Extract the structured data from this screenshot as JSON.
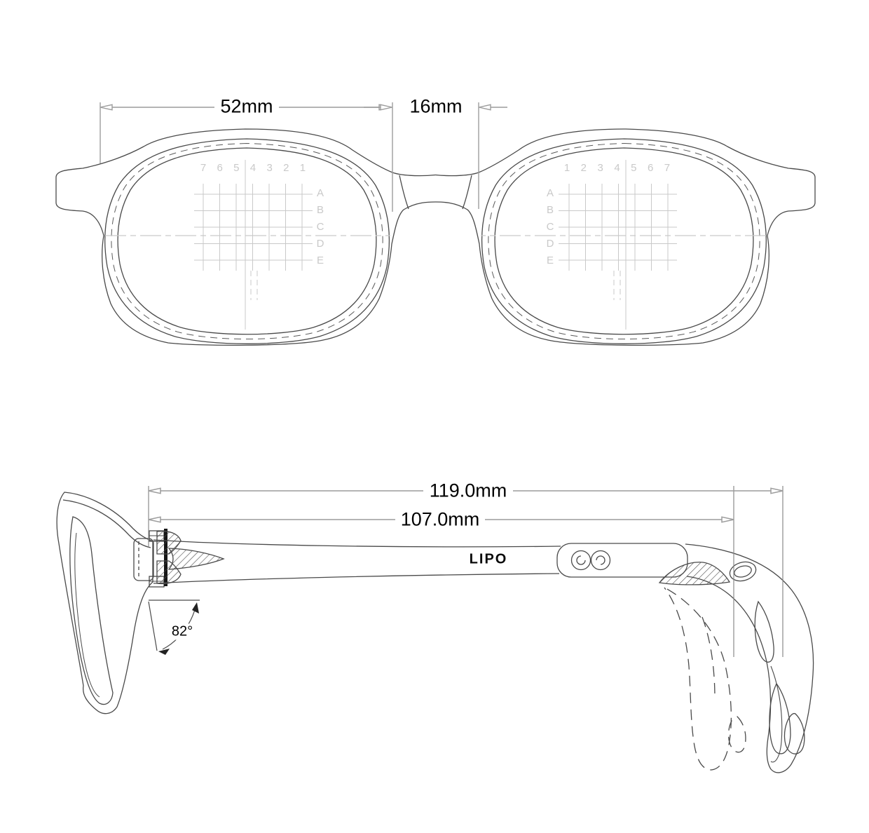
{
  "drawing": {
    "front": {
      "dim_lens_width": "52mm",
      "dim_bridge": "16mm",
      "left_grid": {
        "columns": [
          "7",
          "6",
          "5",
          "4",
          "3",
          "2",
          "1"
        ],
        "rows": [
          "A",
          "B",
          "C",
          "D",
          "E"
        ]
      },
      "right_grid": {
        "columns": [
          "1",
          "2",
          "3",
          "4",
          "5",
          "6",
          "7"
        ],
        "rows": [
          "A",
          "B",
          "C",
          "D",
          "E"
        ]
      }
    },
    "side": {
      "dim_temple_total": "119.0mm",
      "dim_temple_straight": "107.0mm",
      "dim_pantoscopic_angle": "82°",
      "brand": "LIPO"
    },
    "colors": {
      "background": "#ffffff",
      "main_line": "#4a4a4a",
      "light_line": "#c9c9c9",
      "dimension_line": "#9c9c9c",
      "text": "#000000"
    }
  }
}
